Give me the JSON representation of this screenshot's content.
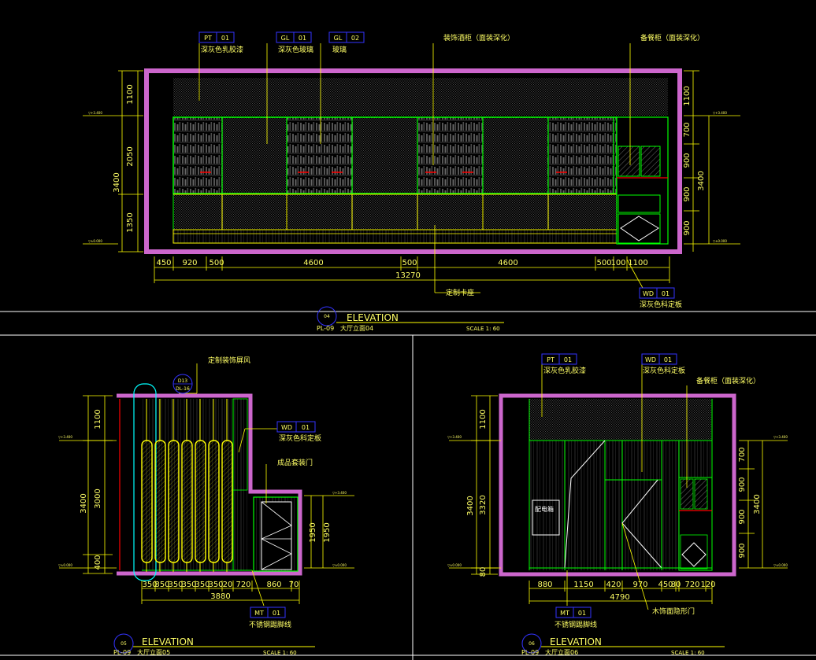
{
  "drawing": {
    "colors": {
      "background": "#000000",
      "magenta": "#cc66cc",
      "green": "#00ff00",
      "yellow": "#ffff00",
      "text": "#ffff66",
      "cyan": "#00ffff",
      "red": "#ff0000",
      "blue": "#3333ff",
      "white": "#ffffff"
    },
    "level_marks": [
      "▽±0.000",
      "▽+3.400"
    ],
    "elevation_04": {
      "callouts": {
        "tag1": {
          "code": "PT",
          "num": "01",
          "label": "深灰色乳胶漆"
        },
        "tag2": {
          "code": "GL",
          "num": "01",
          "label": "深灰色玻璃"
        },
        "tag3": {
          "code": "GL",
          "num": "02",
          "label": "玻璃"
        },
        "cabinet": "装饰酒柜（面装深化）",
        "sideboard": "备餐柜（面装深化）",
        "skirting": "定制卡座",
        "tag4": {
          "code": "WD",
          "num": "01",
          "label": "深灰色科定板"
        }
      },
      "left_dims": [
        "1100",
        "2050",
        "1350"
      ],
      "left_total": "3400",
      "right_dims": [
        "1100",
        "700",
        "900",
        "900",
        "900"
      ],
      "right_total": "3400",
      "bottom_dims": [
        "450",
        "920",
        "500",
        "4600",
        "500",
        "4600",
        "500",
        "100",
        "1100"
      ],
      "bottom_total": "13270",
      "title": {
        "circle": "04",
        "name": "ELEVATION",
        "sheet": "PL-09",
        "cn": "大厅立面04",
        "scale": "SCALE 1: 60"
      }
    },
    "elevation_05": {
      "callouts": {
        "screen": "定制装饰屏风",
        "tag_bubble": {
          "top": "D13",
          "bottom": "DL-16"
        },
        "tag1": {
          "code": "WD",
          "num": "01",
          "label": "深灰色科定板"
        },
        "door": "成品套装门",
        "tag2": {
          "code": "MT",
          "num": "01",
          "label": "不锈钢踢脚线"
        }
      },
      "left_dims": [
        "1100",
        "3000",
        "400"
      ],
      "left_total": "3400",
      "right_dims": [
        "1950"
      ],
      "right_total": "1950",
      "bottom_dims": [
        "350",
        "350",
        "350",
        "350",
        "350",
        "350",
        "20",
        "720",
        "860",
        "70"
      ],
      "bottom_total": "3880",
      "title": {
        "circle": "05",
        "name": "ELEVATION",
        "sheet": "PL-09",
        "cn": "大厅立面05",
        "scale": "SCALE 1: 60"
      }
    },
    "elevation_06": {
      "callouts": {
        "tag1": {
          "code": "PT",
          "num": "01",
          "label": "深灰色乳胶漆"
        },
        "tag2": {
          "code": "WD",
          "num": "01",
          "label": "深灰色科定板"
        },
        "sideboard": "备餐柜（面装深化）",
        "box": "配电箱",
        "tag3": {
          "code": "MT",
          "num": "01",
          "label": "不锈钢踢脚线"
        },
        "hidden_door": "木饰面隐形门"
      },
      "left_dims": [
        "1100",
        "3320",
        "80"
      ],
      "left_total": "3400",
      "right_dims": [
        "700",
        "900",
        "900",
        "900"
      ],
      "right_total": "3400",
      "bottom_dims": [
        "880",
        "1150",
        "420",
        "970",
        "450",
        "80",
        "720",
        "120"
      ],
      "bottom_total": "4790",
      "title": {
        "circle": "06",
        "name": "ELEVATION",
        "sheet": "PL-09",
        "cn": "大厅立面06",
        "scale": "SCALE 1: 60"
      }
    }
  }
}
